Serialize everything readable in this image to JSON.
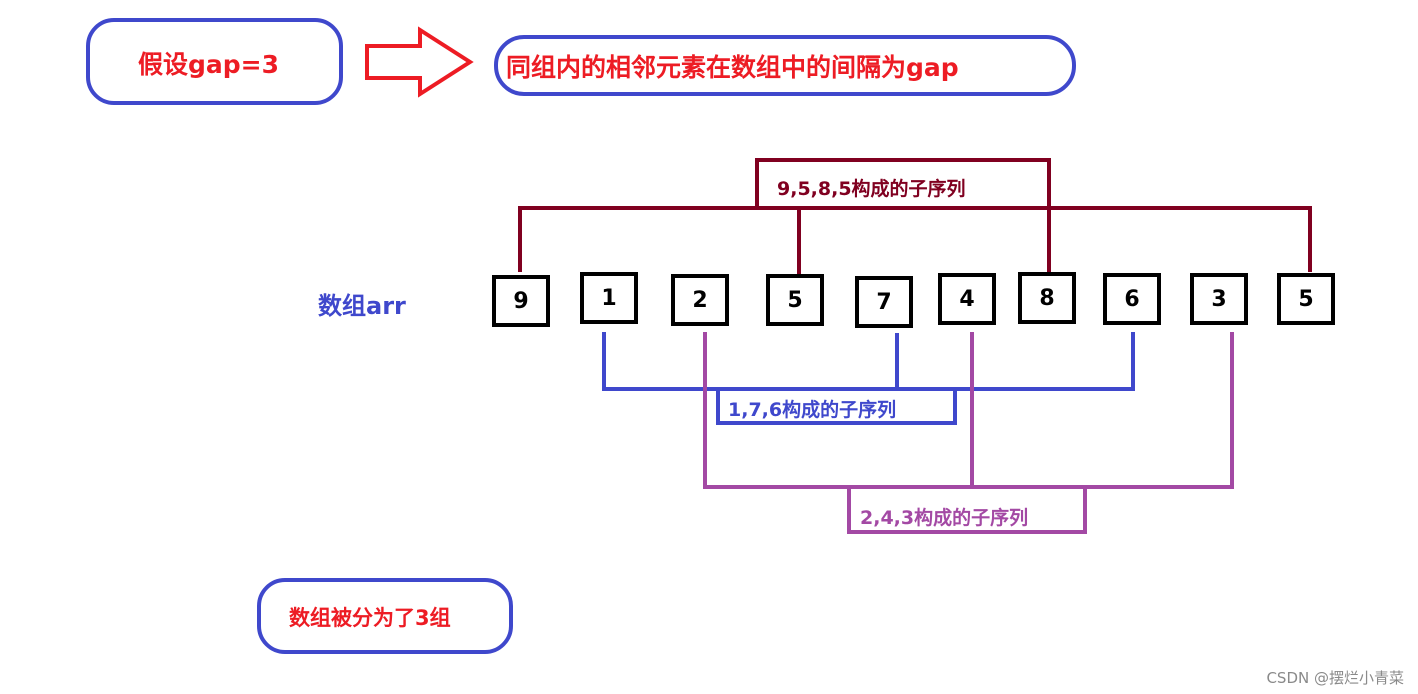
{
  "header": {
    "assumption": "假设gap=3",
    "definition": "同组内的相邻元素在数组中的间隔为gap"
  },
  "array": {
    "label": "数组arr",
    "values": [
      "9",
      "1",
      "2",
      "5",
      "7",
      "4",
      "8",
      "6",
      "3",
      "5"
    ]
  },
  "groups": [
    {
      "label": "9,5,8,5构成的子序列",
      "members": [
        0,
        3,
        6,
        9
      ],
      "color": "#800020"
    },
    {
      "label": "1,7,6构成的子序列",
      "members": [
        1,
        4,
        7
      ],
      "color": "#3f48cc"
    },
    {
      "label": "2,4,3构成的子序列",
      "members": [
        2,
        5,
        8
      ],
      "color": "#a349a4"
    }
  ],
  "summary": "数组被分为了3组",
  "watermark": "CSDN @摆烂小青菜",
  "colors": {
    "red": "#ed1c24",
    "blue": "#3f48cc",
    "dark_red": "#800020",
    "purple": "#a349a4"
  }
}
